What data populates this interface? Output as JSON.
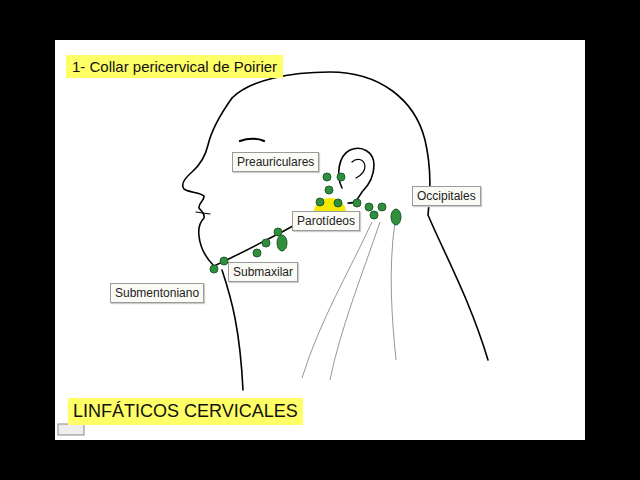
{
  "diagram": {
    "title": "1- Collar pericervical de Poirier",
    "caption": "LINFÁTICOS CERVICALES",
    "nodes": [
      {
        "text": [
          "Preauriculares"
        ]
      },
      {
        "text": [
          "Occipitales"
        ]
      },
      {
        "text": [
          "Parotídeos"
        ]
      },
      {
        "text": [
          "Submaxilar"
        ]
      },
      {
        "text": [
          "Submentoniano"
        ]
      }
    ]
  }
}
